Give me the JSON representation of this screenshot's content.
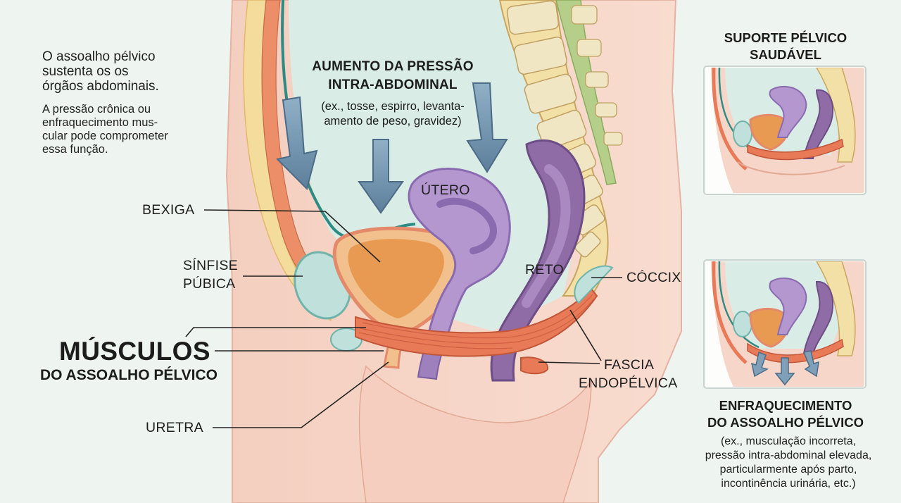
{
  "intro": {
    "line1": "O assoalho pélvico",
    "line2": "sustenta os os",
    "line3": "órgãos abdominais.",
    "line4": "A pressão crônica ou",
    "line5": "enfraquecimento mus-",
    "line6": "cular pode comprometer",
    "line7": "essa função."
  },
  "pressure": {
    "title1": "AUMENTO DA PRESSÃO",
    "title2": "INTRA-ABDOMINAL",
    "sub1": "(ex., tosse, espirro, levanta-",
    "sub2": "amento de peso, gravidez)"
  },
  "labels": {
    "bexiga": "BEXIGA",
    "sinfise1": "SÍNFISE",
    "sinfise2": "PÚBICA",
    "musculos_big": "MÚSCULOS",
    "musculos_small": "DO ASSOALHO PÉLVICO",
    "uretra": "URETRA",
    "utero": "ÚTERO",
    "reto": "RETO",
    "coccix": "CÓCCIX",
    "fascia1": "FASCIA",
    "fascia2": "ENDOPÉLVICA"
  },
  "panel_top": {
    "title1": "SUPORTE PÉLVICO",
    "title2": "SAUDÁVEL"
  },
  "panel_bottom": {
    "title1": "ENFRAQUECIMENTO",
    "title2": "DO ASSOALHO PÉLVICO",
    "desc1": "(ex., musculação incorreta,",
    "desc2": "pressão intra-abdominal elevada,",
    "desc3": "particularmente após parto,",
    "desc4": "incontinência urinária, etc.)"
  },
  "colors": {
    "background": "#eef5f1",
    "skin": "#f6d6c8",
    "bone": "#f3e0a6",
    "muscle": "#e27a55",
    "bladder": "#e8a55a",
    "uterus": "#a58bc2",
    "rectum": "#8b6a9e",
    "arrow": "#6f8ea8",
    "peritoneum": "#2e8b84"
  }
}
